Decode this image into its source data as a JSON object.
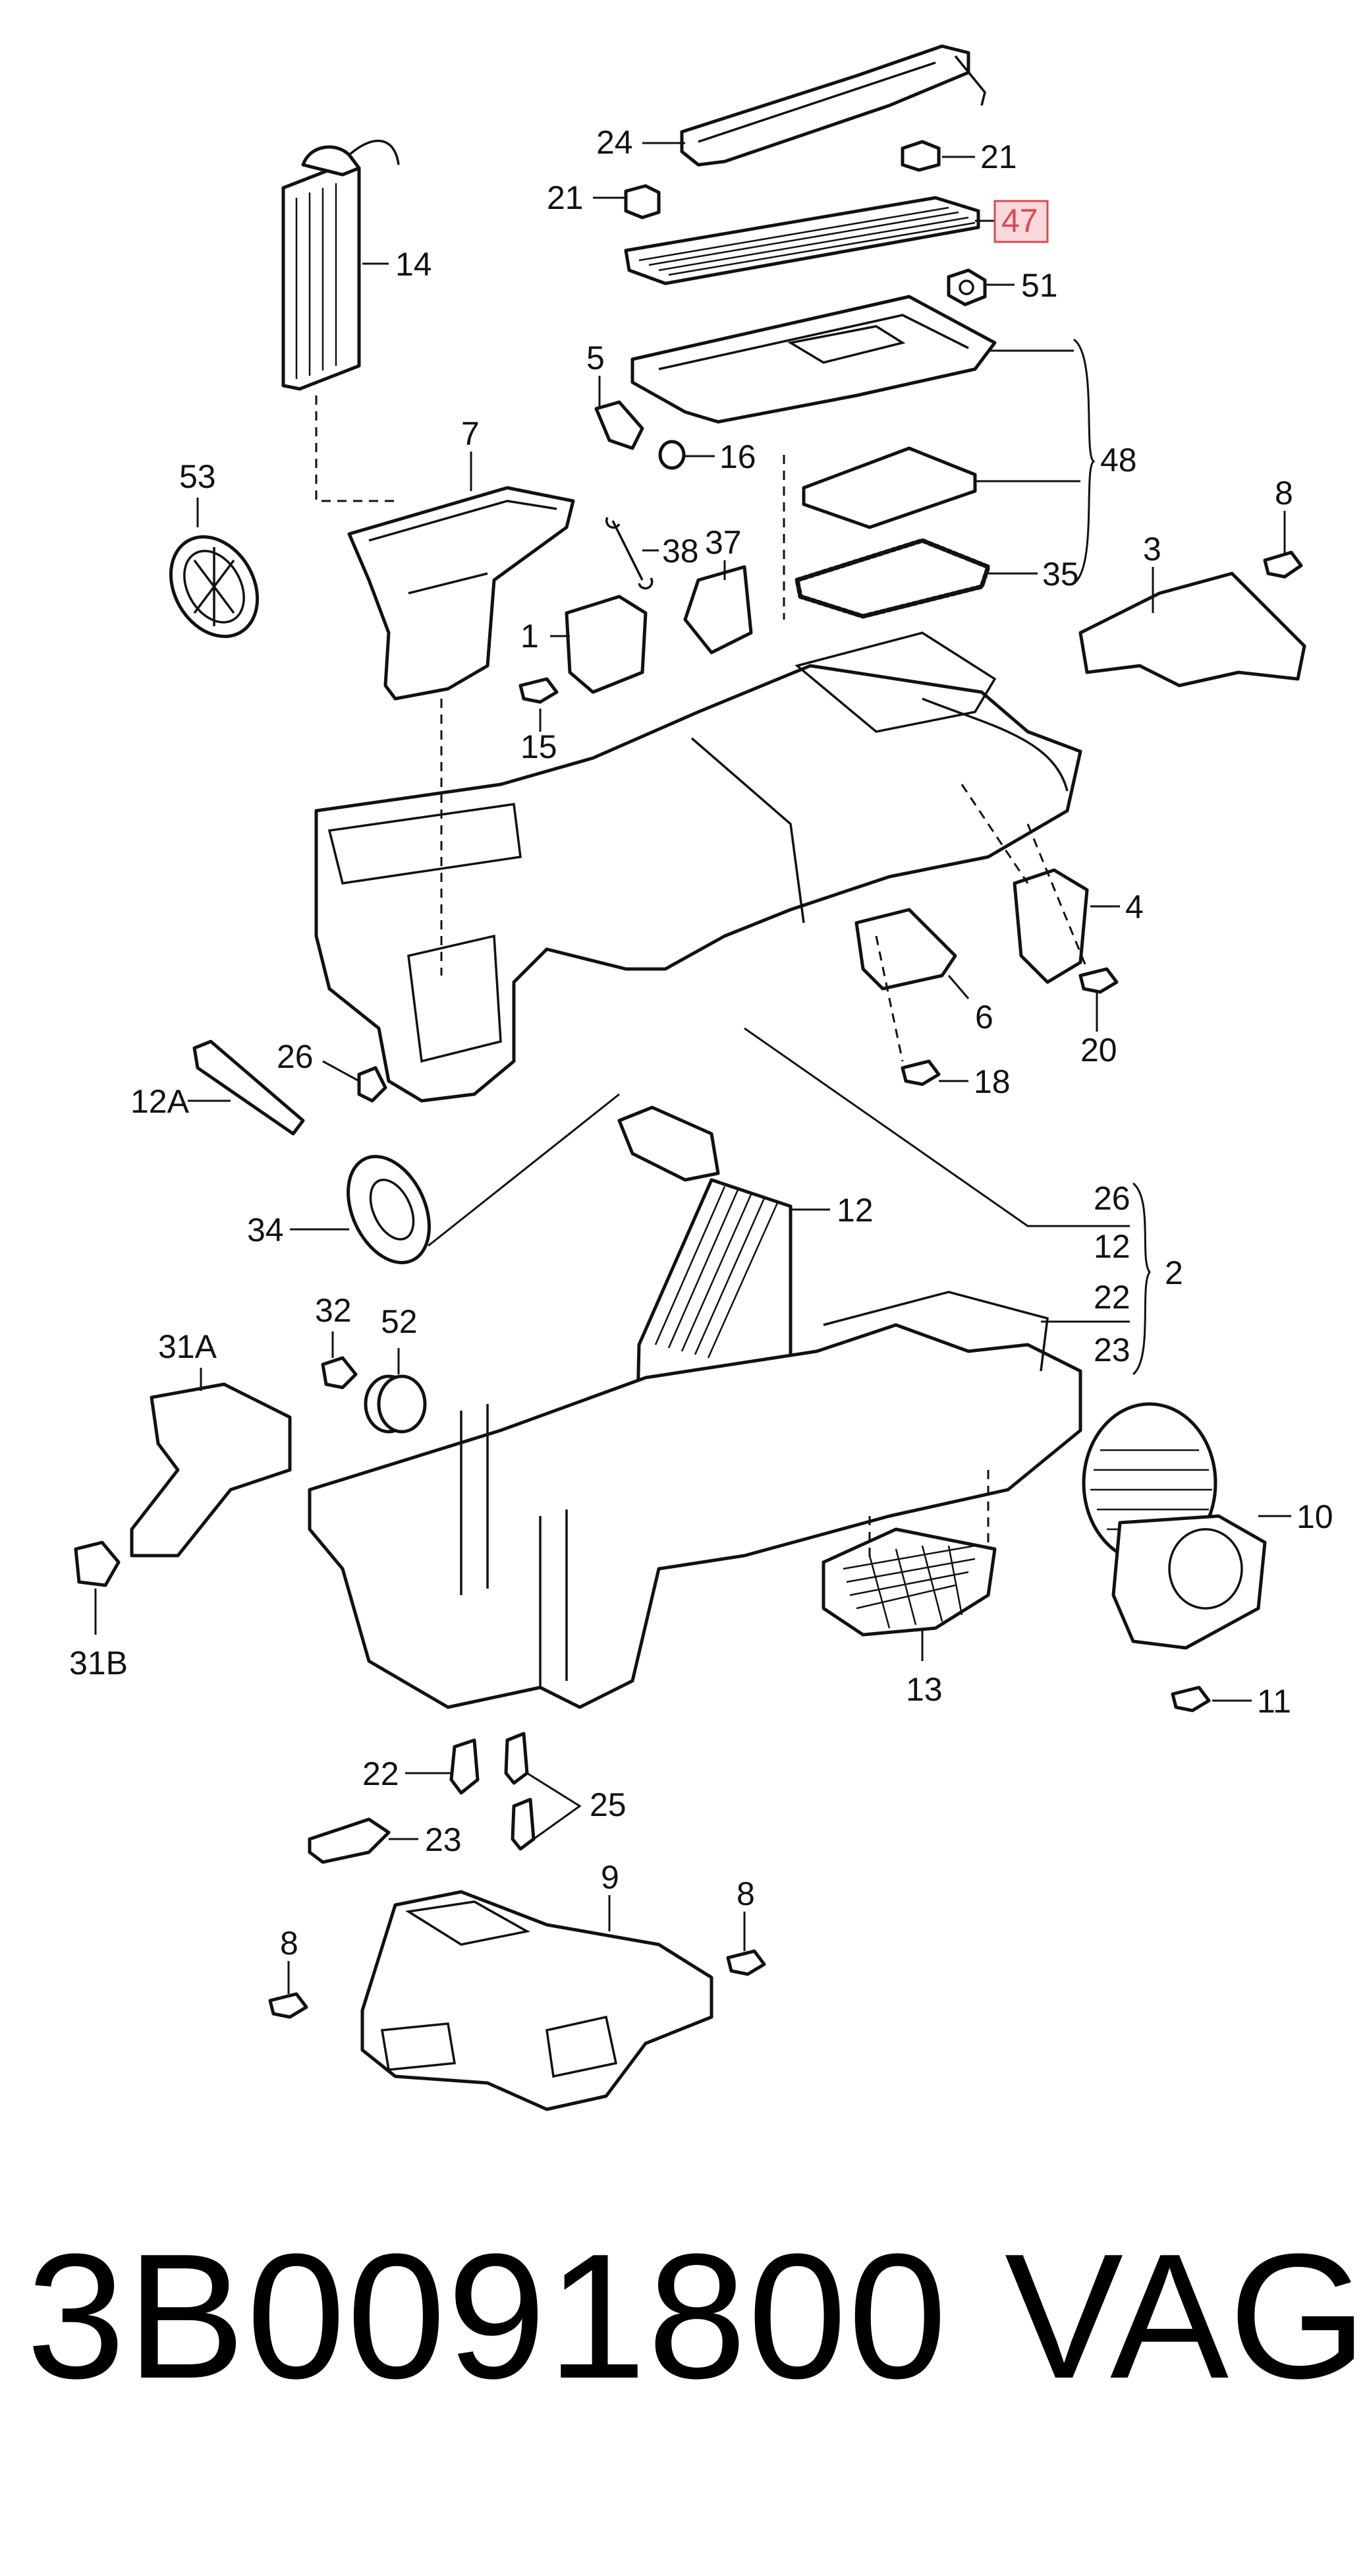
{
  "diagram": {
    "labels": [
      "24",
      "21",
      "21",
      "47",
      "14",
      "51",
      "5",
      "16",
      "48",
      "7",
      "53",
      "38",
      "37",
      "8",
      "3",
      "1",
      "35",
      "15",
      "4",
      "6",
      "20",
      "18",
      "26",
      "12A",
      "12",
      "34",
      "26",
      "12",
      "22",
      "23",
      "2",
      "31A",
      "32",
      "52",
      "10",
      "31B",
      "13",
      "11",
      "22",
      "25",
      "23",
      "9",
      "8",
      "8"
    ],
    "highlighted_label": "47",
    "colors": {
      "line": "#111111",
      "highlight_fill": "#f9d9dc",
      "highlight_border": "#d94a55"
    }
  },
  "footer": {
    "part_number": "3B0091800",
    "brand": "VAG"
  }
}
